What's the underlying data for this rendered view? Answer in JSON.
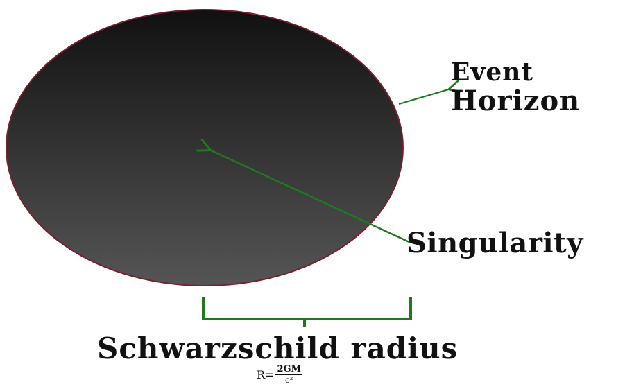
{
  "labels": {
    "event_line1": "Event",
    "event_line2": "Horizon",
    "singularity": "Singularity",
    "radius": "Schwarzschild radius"
  },
  "formula": {
    "lhs": "R=",
    "numerator": "2GM",
    "denominator": "c²"
  },
  "colors": {
    "disk_dark": "#111111",
    "disk_light": "#555555",
    "disk_rim": "#7a1f2b",
    "arrow": "#1f7a1f",
    "text": "#111111"
  }
}
